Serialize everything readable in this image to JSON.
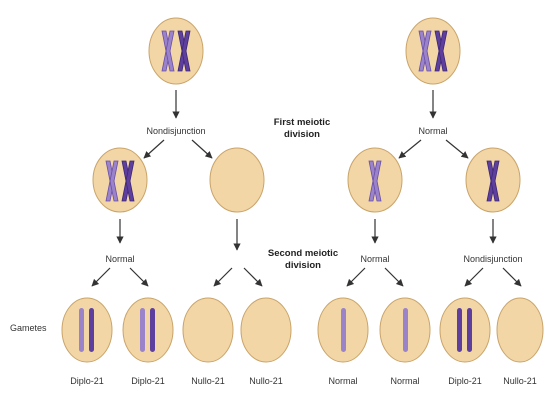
{
  "stage_labels": {
    "first_division_line1": "First meiotic",
    "first_division_line2": "division",
    "second_division_line1": "Second meiotic",
    "second_division_line2": "division",
    "gametes": "Gametes"
  },
  "left_branch": {
    "first_event": "Nondisjunction",
    "second_event": "Normal",
    "gametes": [
      "Diplo-21",
      "Diplo-21",
      "Nullo-21",
      "Nullo-21"
    ]
  },
  "right_branch": {
    "first_event": "Normal",
    "second_event_left": "Normal",
    "second_event_right": "Nondisjunction",
    "gametes": [
      "Normal",
      "Normal",
      "Diplo-21",
      "Nullo-21"
    ]
  },
  "colors": {
    "cell_fill": "#f3d6a6",
    "cell_stroke": "#c9a46a",
    "chromosome_light": "#9b83c9",
    "chromosome_dark": "#5e3f9e",
    "arrow": "#333333"
  }
}
